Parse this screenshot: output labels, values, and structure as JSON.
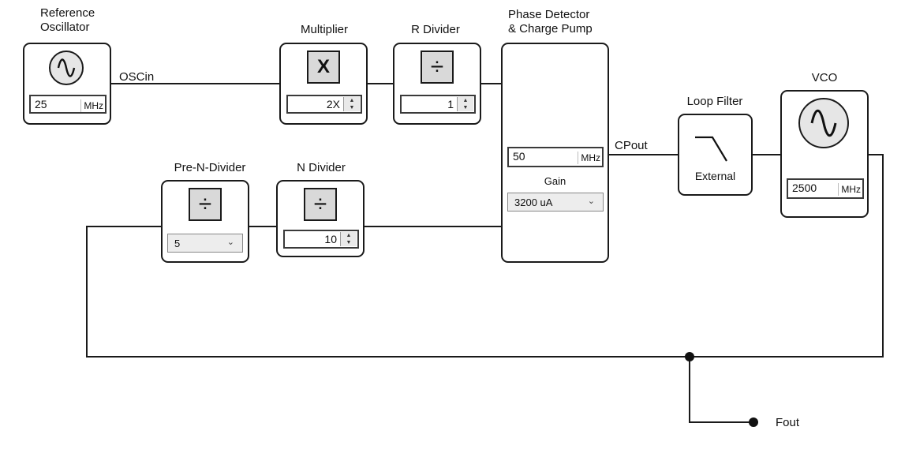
{
  "blocks": {
    "ref_osc": {
      "title_line1": "Reference",
      "title_line2": "Oscillator",
      "freq": "25",
      "unit": "MHz"
    },
    "multiplier": {
      "title": "Multiplier",
      "symbol": "X",
      "value": "2X"
    },
    "r_divider": {
      "title": "R Divider",
      "symbol": "÷",
      "value": "1"
    },
    "phase_detector": {
      "title_line1": "Phase Detector",
      "title_line2": "& Charge Pump",
      "freq": "50",
      "unit": "MHz",
      "gain_label": "Gain",
      "gain_value": "3200 uA"
    },
    "loop_filter": {
      "title": "Loop Filter",
      "type": "External"
    },
    "vco": {
      "title": "VCO",
      "freq": "2500",
      "unit": "MHz"
    },
    "pre_n_divider": {
      "title": "Pre-N-Divider",
      "symbol": "÷",
      "value": "5"
    },
    "n_divider": {
      "title": "N Divider",
      "symbol": "÷",
      "value": "10"
    }
  },
  "signals": {
    "oscin": "OSCin",
    "cpout": "CPout",
    "fout": "Fout"
  },
  "icons": {
    "osc": "sine-wave-icon",
    "vco": "sine-wave-icon",
    "multiplier": "multiply-icon",
    "divider": "divide-icon",
    "filter": "lowpass-filter-icon",
    "spinner": "spinner-arrows-icon",
    "dropdown": "chevron-down-icon"
  }
}
